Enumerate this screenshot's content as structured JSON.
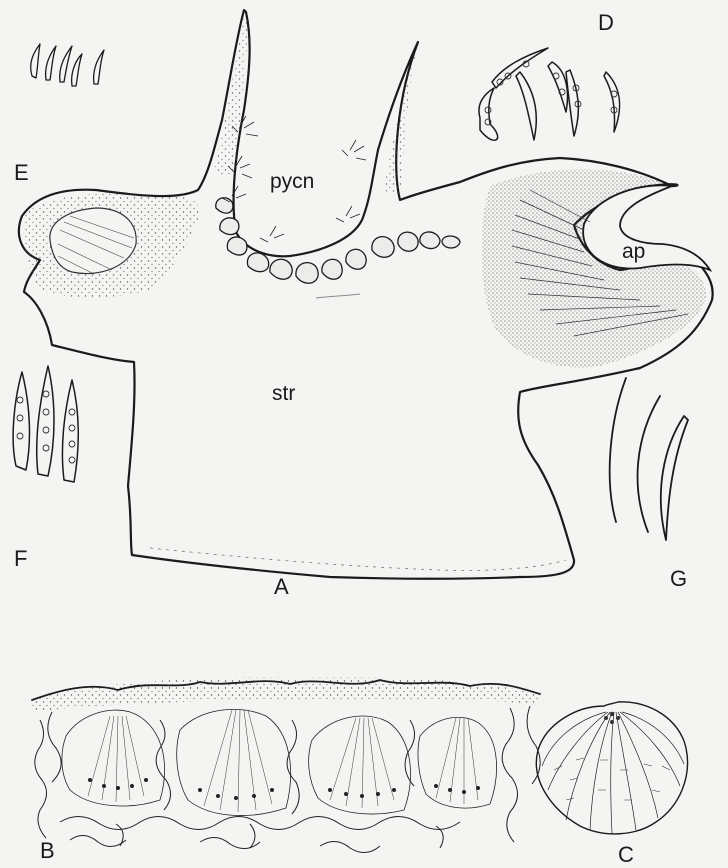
{
  "figure": {
    "panel_letters": {
      "a": "A",
      "b": "B",
      "c": "C",
      "d": "D",
      "e": "E",
      "f": "F",
      "g": "G"
    },
    "annotations": {
      "pycnidia": "pycn",
      "apothecium": "ap",
      "stroma": "str"
    },
    "colors": {
      "paper": "#f4f4f2",
      "ink": "#1b1b1b",
      "stipple": "#555555"
    }
  }
}
